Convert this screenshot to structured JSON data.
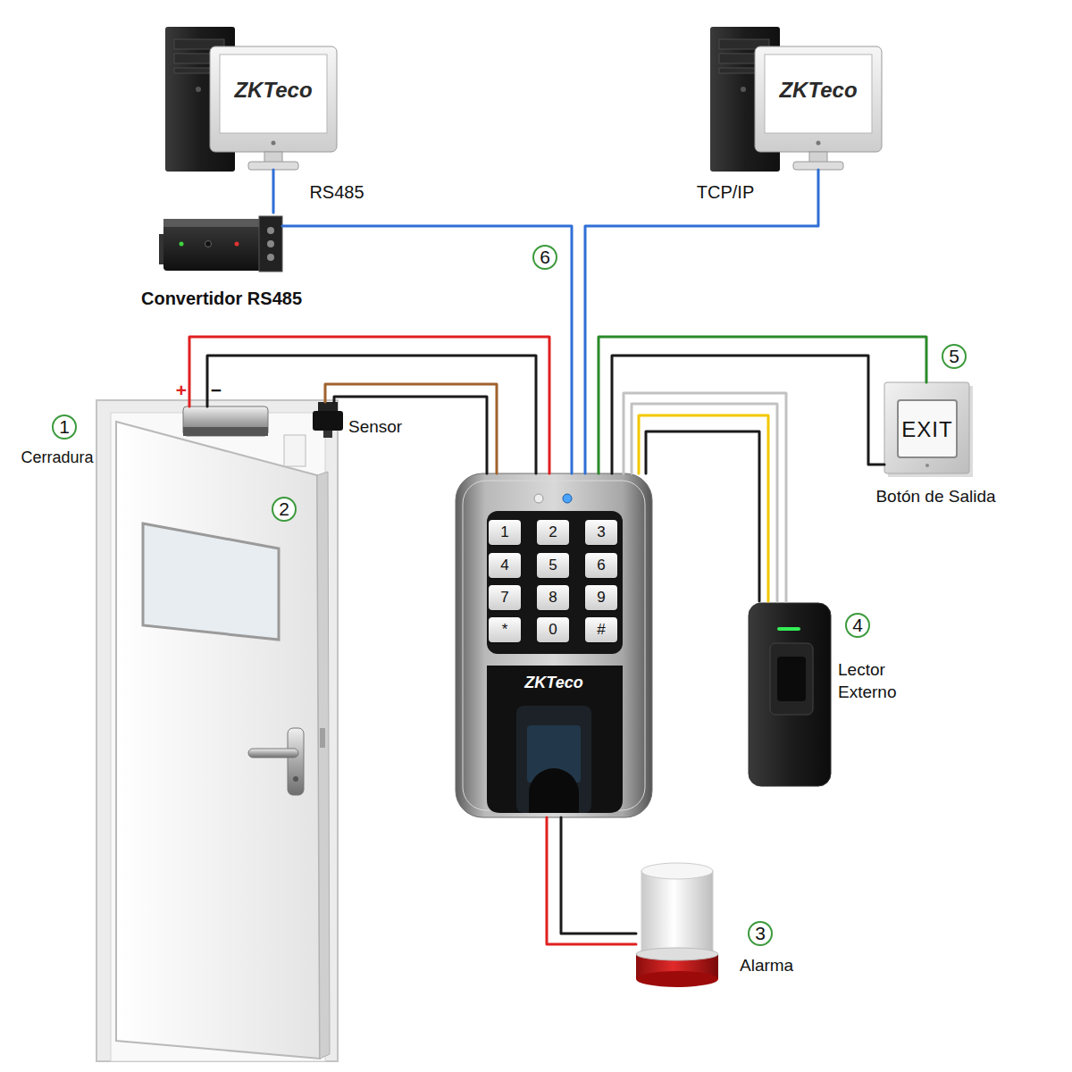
{
  "diagram": {
    "nodes": [
      {
        "text": [
          "ZKTeco"
        ]
      },
      {
        "text": [
          "ZKTeco"
        ]
      },
      {
        "text": [
          "Convertidor RS485"
        ]
      },
      {
        "text": [
          "Cerradura"
        ]
      },
      {
        "text": [
          "Sensor"
        ]
      },
      {
        "text": [
          "EXIT",
          "Botón de Salida"
        ]
      },
      {
        "text": [
          "ZKTeco"
        ]
      },
      {
        "text": [
          "1"
        ],
        "in": 6
      },
      {
        "text": [
          "2"
        ],
        "in": 6
      },
      {
        "text": [
          "3"
        ],
        "in": 6
      },
      {
        "text": [
          "4"
        ],
        "in": 6
      },
      {
        "text": [
          "5"
        ],
        "in": 6
      },
      {
        "text": [
          "6"
        ],
        "in": 6
      },
      {
        "text": [
          "7"
        ],
        "in": 6
      },
      {
        "text": [
          "8"
        ],
        "in": 6
      },
      {
        "text": [
          "9"
        ],
        "in": 6
      },
      {
        "text": [
          "*"
        ],
        "in": 6
      },
      {
        "text": [
          "0"
        ],
        "in": 6
      },
      {
        "text": [
          "#"
        ],
        "in": 6
      },
      {
        "text": [
          "Lector Externo"
        ]
      },
      {
        "text": [
          "Alarma"
        ]
      }
    ],
    "edges": [
      {
        "from": 0,
        "to": 2,
        "arrow": "none",
        "label": "RS485"
      },
      {
        "from": 2,
        "to": 6,
        "arrow": "none"
      },
      {
        "from": 1,
        "to": 6,
        "arrow": "none",
        "label": "TCP/IP"
      },
      {
        "from": 3,
        "to": 6,
        "arrow": "none"
      },
      {
        "from": 3,
        "to": 6,
        "arrow": "none"
      },
      {
        "from": 4,
        "to": 6,
        "arrow": "none"
      },
      {
        "from": 4,
        "to": 6,
        "arrow": "none"
      },
      {
        "from": 5,
        "to": 6,
        "arrow": "none"
      },
      {
        "from": 5,
        "to": 6,
        "arrow": "none"
      },
      {
        "from": 19,
        "to": 6,
        "arrow": "none"
      },
      {
        "from": 19,
        "to": 6,
        "arrow": "none"
      },
      {
        "from": 19,
        "to": 6,
        "arrow": "none"
      },
      {
        "from": 19,
        "to": 6,
        "arrow": "none"
      },
      {
        "from": 6,
        "to": 20,
        "arrow": "none"
      },
      {
        "from": 6,
        "to": 20,
        "arrow": "none"
      }
    ],
    "labels": [
      "6",
      "5",
      "+",
      "−",
      "1",
      "2",
      "4",
      "3"
    ]
  }
}
